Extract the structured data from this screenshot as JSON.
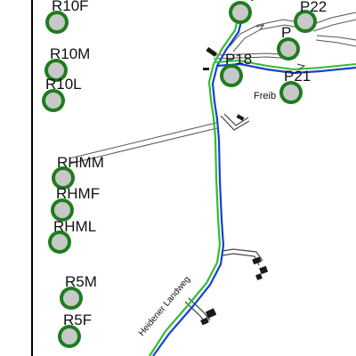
{
  "map": {
    "markers": [
      {
        "id": "R10F",
        "label": "R10F"
      },
      {
        "id": "R10M",
        "label": "R10M"
      },
      {
        "id": "R10L",
        "label": "R10L"
      },
      {
        "id": "RHMM",
        "label": "RHMM"
      },
      {
        "id": "RHMF",
        "label": "RHMF"
      },
      {
        "id": "RHML",
        "label": "RHML"
      },
      {
        "id": "R5M",
        "label": "R5M"
      },
      {
        "id": "R5F",
        "label": "R5F"
      },
      {
        "id": "P18",
        "label": "P18"
      },
      {
        "id": "P22",
        "label": "P22"
      },
      {
        "id": "P21",
        "label": "P21"
      },
      {
        "id": "Px",
        "label": "P"
      },
      {
        "id": "Ptop",
        "label": "P"
      }
    ],
    "road_name": "Heidener Landweg",
    "place_label": "Freib",
    "colors": {
      "marker_ring": "#1e7d1e",
      "marker_fill": "#c8c8c8",
      "route_blue": "#1a3fcf",
      "route_green": "#2fbf2f",
      "road": "#555555",
      "building": "#1a1a1a"
    }
  }
}
